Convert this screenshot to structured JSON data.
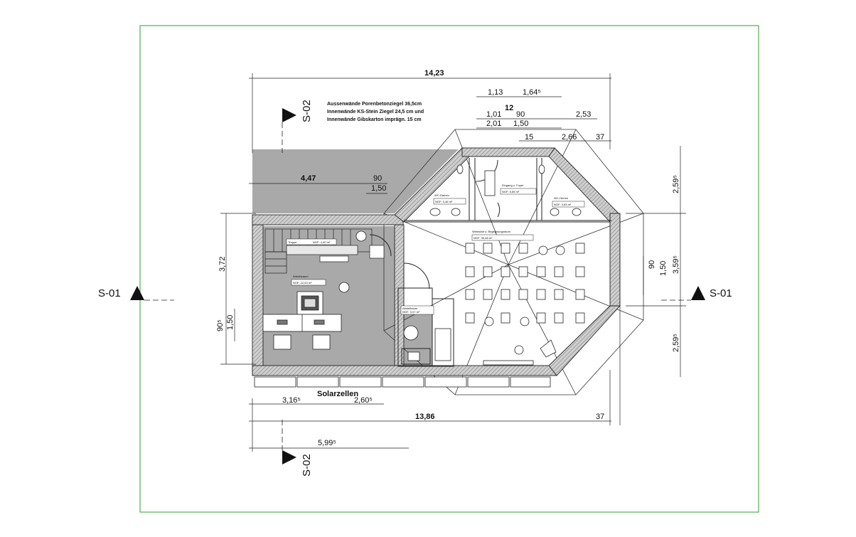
{
  "notes": [
    "Aussenwände Porenbetonziegel 36,5cm",
    "Innenwände KS-Stein Ziegel 24,5 cm und",
    "Innenwände Gibskarton imprägn. 15 cm"
  ],
  "section_marks": {
    "s01_left": "S-01",
    "s01_right": "S-01",
    "s02_top": "S-02",
    "s02_bottom": "S-02"
  },
  "solar_label": "Solarzellen",
  "dimensions": {
    "top_overall": "14,23",
    "top_1_13": "1,13",
    "top_1_64": "1,64⁵",
    "top_12": "12",
    "top_1_01": "1,01",
    "top_90": "90",
    "top_2_53": "2,53",
    "top_2_01": "2,01",
    "top_1_50": "1,50",
    "top_15": "15",
    "top_2_66": "2,66",
    "top_37": "37",
    "left_4_47": "4,47",
    "left_90": "90",
    "left_1_50": "1,50",
    "left_3_72": "3,72",
    "left_90s": "90⁵",
    "left_1_50v": "1,50",
    "right_2_59_top": "2,59⁵",
    "right_3_59": "3,59⁵",
    "right_90": "90",
    "right_1_50": "1,50",
    "right_2_59_bottom": "2,59⁵",
    "bottom_3_16": "3,16⁵",
    "bottom_2_60": "2,60⁵",
    "bottom_13_86": "13,86",
    "bottom_37": "37",
    "bottom_5_99": "5,99⁵"
  },
  "rooms": [
    {
      "name": "WC-Damen",
      "area": "NGF: 3,46 m²"
    },
    {
      "name": "Eingang u. Foyer",
      "area": "NGF: 5,85 m²"
    },
    {
      "name": "WC-Herren",
      "area": "NGF: 3,63 m²"
    },
    {
      "name": "Werkstatt u. Begegnungsraum",
      "area": "NGF: 39,48 m²"
    },
    {
      "name": "Treppe",
      "area": "NGF: 4,40 m²"
    },
    {
      "name": "Arbeitsraum",
      "area": "NGF: 22,53 m²"
    },
    {
      "name": "Abstellraum",
      "area": "NGF: 3,07 m²"
    }
  ],
  "colors": {
    "frame": "#2f9e2f",
    "hatch": "#a9a9a9",
    "wall": "#555555",
    "line": "#111111"
  }
}
